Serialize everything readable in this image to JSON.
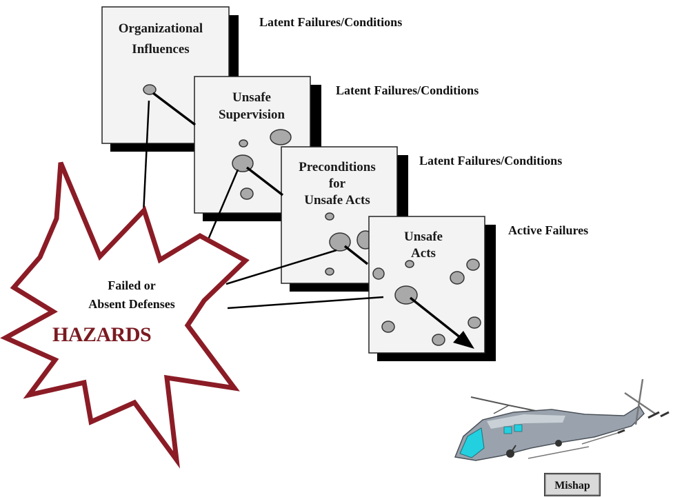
{
  "panels": [
    {
      "id": "organizational",
      "title_lines": [
        "Organizational",
        "Influences"
      ],
      "side_label": "Latent Failures/Conditions"
    },
    {
      "id": "supervision",
      "title_lines": [
        "Unsafe",
        "Supervision"
      ],
      "side_label": "Latent Failures/Conditions"
    },
    {
      "id": "preconditions",
      "title_lines": [
        "Preconditions",
        "for",
        "Unsafe Acts"
      ],
      "side_label": "Latent Failures/Conditions"
    },
    {
      "id": "acts",
      "title_lines": [
        "Unsafe",
        "Acts"
      ],
      "side_label": "Active Failures"
    }
  ],
  "star": {
    "text_lines": [
      "Failed or",
      "Absent Defenses"
    ],
    "hazards_label": "HAZARDS",
    "outline_color": "#8b1c26"
  },
  "mishap_label": "Mishap",
  "colors": {
    "panel_fill": "#f3f3f3",
    "panel_border": "#222222",
    "panel_shadow": "#000000",
    "hole_fill": "#a9a9a9",
    "hole_stroke": "#333333",
    "helicopter_body": "#9aa3ad",
    "helicopter_glass": "#22d0e0"
  },
  "icons": [
    "helicopter-icon",
    "arrow-head-icon"
  ]
}
